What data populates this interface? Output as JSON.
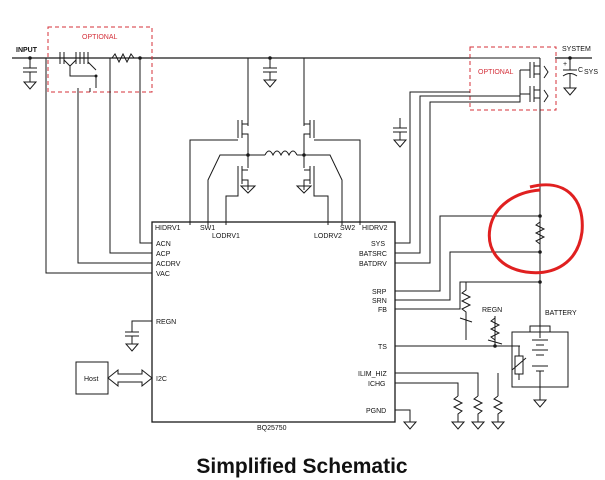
{
  "title": "Simplified Schematic",
  "labels": {
    "input": "INPUT",
    "optional_input": "OPTIONAL",
    "optional_system": "OPTIONAL",
    "system": "SYSTEM",
    "csys": "C",
    "csys_sub": "SYS",
    "battery": "BATTERY",
    "regn_resistor": "REGN",
    "host": "Host",
    "chip_name": "BQ25750"
  },
  "chip_pins_top": [
    "HIDRV1",
    "SW1",
    "LODRV1",
    "LODRV2",
    "SW2",
    "HIDRV2"
  ],
  "chip_pins_left": [
    "ACN",
    "ACP",
    "ACDRV",
    "VAC",
    "REGN",
    "I2C"
  ],
  "chip_pins_right": [
    "SYS",
    "BATSRC",
    "BATDRV",
    "SRP",
    "SRN",
    "FB",
    "TS",
    "ILIM_HIZ",
    "ICHG",
    "PGND"
  ],
  "colors": {
    "optional_box": "#d4303a",
    "highlight_circle": "#e02020",
    "wire": "#1a1a1a"
  }
}
